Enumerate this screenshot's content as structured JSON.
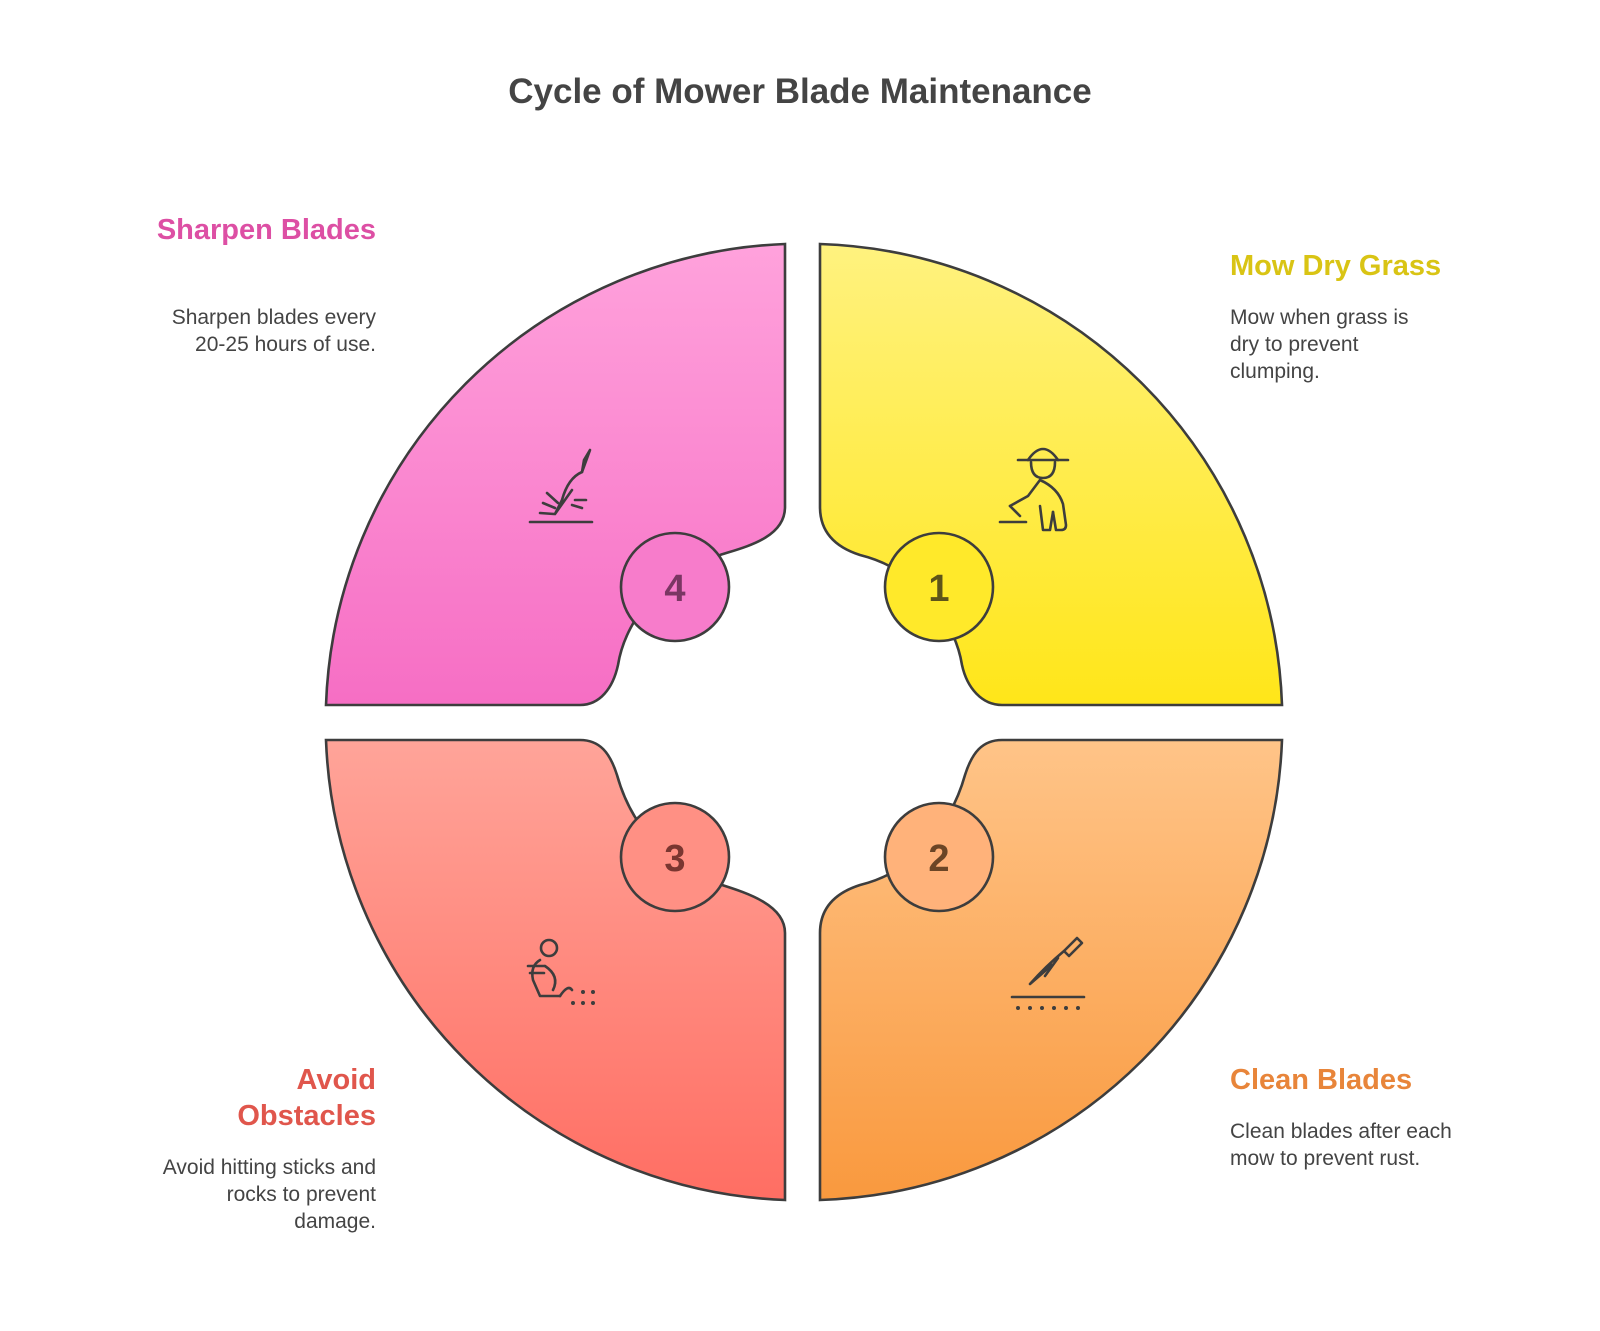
{
  "title": "Cycle of Mower Blade Maintenance",
  "colors": {
    "outline": "#3d3d3d",
    "text": "#444444"
  },
  "steps": [
    {
      "number": "1",
      "title": "Mow Dry Grass",
      "description": "Mow when grass is dry to prevent clumping.",
      "icon": "person-mowing-icon",
      "title_color": "#d9c414",
      "number_color": "#5e5419",
      "fill_top": "#fff27f",
      "fill_bottom": "#ffe619",
      "circle_fill": "#ffe92a"
    },
    {
      "number": "2",
      "title": "Clean Blades",
      "description": "Clean blades after each mow to prevent rust.",
      "icon": "blade-cleaning-icon",
      "title_color": "#e8853a",
      "number_color": "#6b4526",
      "fill_top": "#ffc488",
      "fill_bottom": "#f9993e",
      "circle_fill": "#ffb27a"
    },
    {
      "number": "3",
      "title": "Avoid Obstacles",
      "description": "Avoid hitting sticks and rocks to prevent damage.",
      "icon": "person-avoiding-rocks-icon",
      "title_color": "#e0564c",
      "number_color": "#7a3630",
      "fill_top": "#ffa499",
      "fill_bottom": "#ff6e63",
      "circle_fill": "#ff9084"
    },
    {
      "number": "4",
      "title": "Sharpen Blades",
      "description": "Sharpen blades every 20-25 hours of use.",
      "icon": "blade-sharpening-icon",
      "title_color": "#dd4fa4",
      "number_color": "#7a3663",
      "fill_top": "#ffa2dc",
      "fill_bottom": "#f66ec4",
      "circle_fill": "#f77ccb"
    }
  ]
}
